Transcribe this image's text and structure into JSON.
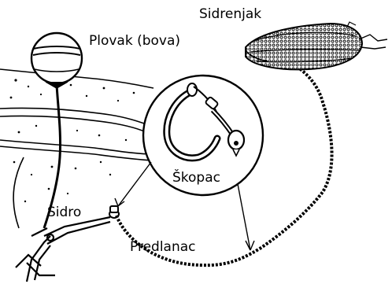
{
  "labels": {
    "sidrenjak": "Sidrenjak",
    "plovak": "Plovak (bova)",
    "skopac": "Škopac",
    "sidro": "Sidro",
    "predlanac": "Predlanac"
  },
  "colors": {
    "ink": "#000000",
    "paper": "#ffffff"
  }
}
